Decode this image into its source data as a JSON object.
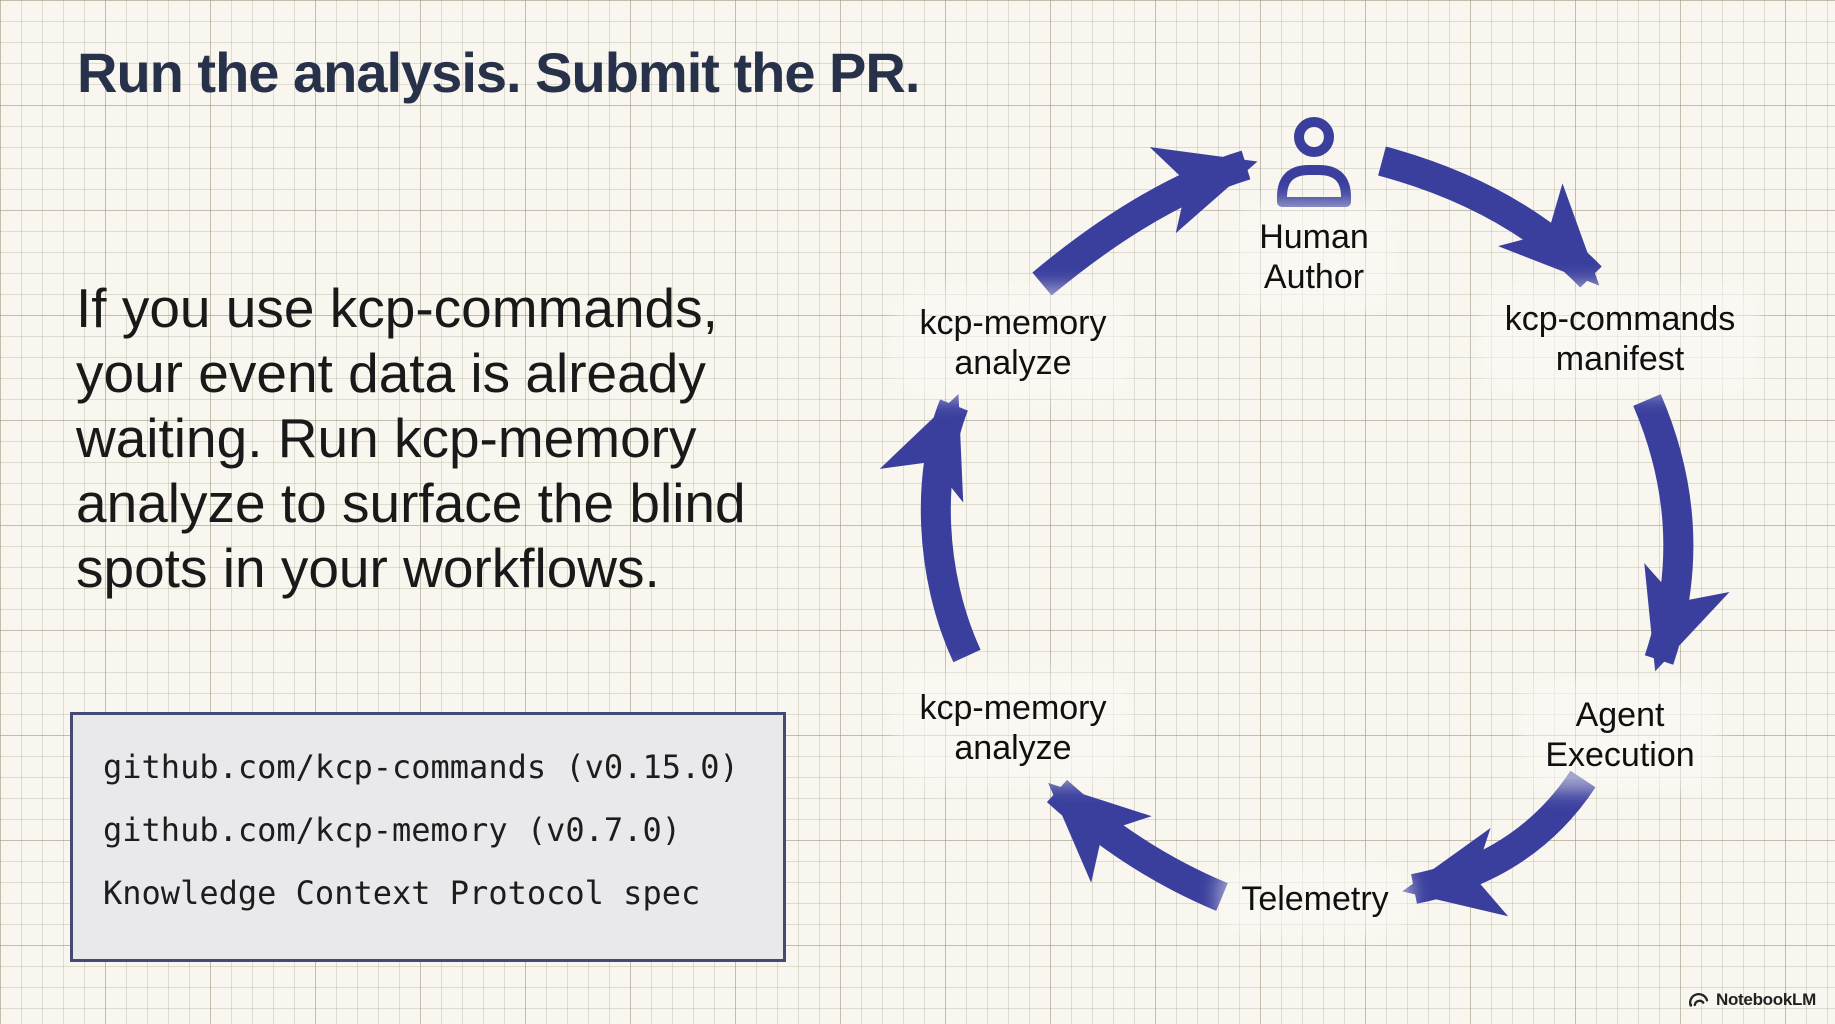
{
  "title": "Run the analysis. Submit the PR.",
  "body": {
    "lines": [
      "If you use kcp-commands,",
      "your event data is already",
      "waiting. Run kcp-memory",
      "analyze to surface the blind",
      "spots in your workflows."
    ]
  },
  "code_box": {
    "lines": [
      "github.com/kcp-commands (v0.15.0)",
      "github.com/kcp-memory (v0.7.0)",
      "Knowledge Context Protocol spec"
    ]
  },
  "diagram": {
    "type": "cycle",
    "nodes": [
      {
        "id": "human-author",
        "line1": "Human",
        "line2": "Author",
        "icon": "person-icon"
      },
      {
        "id": "kcp-commands-manifest",
        "line1": "kcp-commands",
        "line2": "manifest"
      },
      {
        "id": "agent-execution",
        "line1": "Agent",
        "line2": "Execution"
      },
      {
        "id": "telemetry",
        "line1": "Telemetry"
      },
      {
        "id": "kcp-memory-analyze-lower",
        "line1": "kcp-memory",
        "line2": "analyze"
      },
      {
        "id": "kcp-memory-analyze-upper",
        "line1": "kcp-memory",
        "line2": "analyze"
      }
    ],
    "flow": [
      {
        "from": "human-author",
        "to": "kcp-commands-manifest"
      },
      {
        "from": "kcp-commands-manifest",
        "to": "agent-execution"
      },
      {
        "from": "agent-execution",
        "to": "telemetry"
      },
      {
        "from": "telemetry",
        "to": "kcp-memory-analyze-lower"
      },
      {
        "from": "kcp-memory-analyze-lower",
        "to": "kcp-memory-analyze-upper"
      },
      {
        "from": "kcp-memory-analyze-upper",
        "to": "human-author"
      }
    ]
  },
  "watermark": {
    "label": "NotebookLM",
    "icon": "notebooklm-logo-icon"
  },
  "colors": {
    "background": "#f8f6ee",
    "grid_minor": "rgba(167,163,143,0.32)",
    "grid_major": "rgba(150,146,124,0.40)",
    "title": "#27324a",
    "body_text": "#191919",
    "label": "#101010",
    "arrow": "#3a3f9e",
    "code_box_bg": "#e9e9ec",
    "code_box_border": "#434b74",
    "watermark": "#222222"
  }
}
